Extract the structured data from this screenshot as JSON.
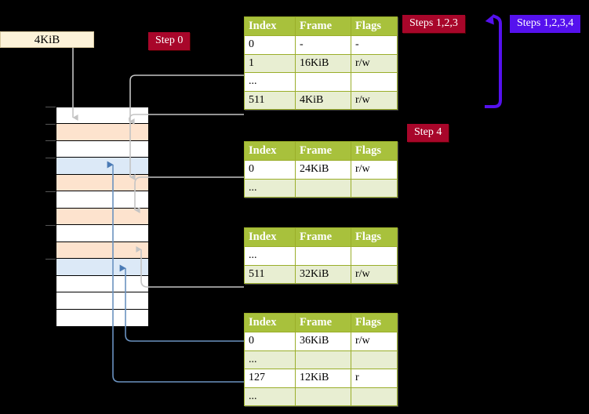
{
  "labels": {
    "kib_box": "4KiB",
    "step0": "Step 0",
    "step4": "Step 4",
    "steps123": "Steps 1,2,3",
    "steps1234": "Steps 1,2,3,4"
  },
  "colors": {
    "badge_red": "#a8062a",
    "badge_purple": "#5511ee",
    "table_header": "#a8c13c",
    "table_alt_row": "#e8eed2",
    "highlight": "#ffffa0",
    "mem_orange": "#fde3ce",
    "mem_blue": "#dce9f7",
    "kib_box": "#fdf3d9",
    "connector_gray": "#bdbdbd",
    "connector_blue": "#6a92c0"
  },
  "tables": [
    {
      "name": "pml4-table",
      "columns": [
        "Index",
        "Frame",
        "Flags"
      ],
      "rows": [
        {
          "index": "0",
          "frame": "-",
          "flags": "-",
          "alt": false,
          "hl": false
        },
        {
          "index": "1",
          "frame": "16KiB",
          "flags": "r/w",
          "alt": true,
          "hl": false
        },
        {
          "index": "...",
          "frame": "",
          "flags": "",
          "alt": false,
          "hl": false
        },
        {
          "index": "511",
          "frame": "4KiB",
          "flags": "r/w",
          "alt": true,
          "hl": true
        }
      ]
    },
    {
      "name": "pdp-table",
      "columns": [
        "Index",
        "Frame",
        "Flags"
      ],
      "rows": [
        {
          "index": "0",
          "frame": "24KiB",
          "flags": "r/w",
          "alt": false,
          "hl": false
        },
        {
          "index": "...",
          "frame": "",
          "flags": "",
          "alt": true,
          "hl": false
        }
      ]
    },
    {
      "name": "pd-table",
      "columns": [
        "Index",
        "Frame",
        "Flags"
      ],
      "rows": [
        {
          "index": "...",
          "frame": "",
          "flags": "",
          "alt": false,
          "hl": false
        },
        {
          "index": "511",
          "frame": "32KiB",
          "flags": "r/w",
          "alt": true,
          "hl": false
        }
      ]
    },
    {
      "name": "pt-table",
      "columns": [
        "Index",
        "Frame",
        "Flags"
      ],
      "rows": [
        {
          "index": "0",
          "frame": "36KiB",
          "flags": "r/w",
          "alt": false,
          "hl": false
        },
        {
          "index": "...",
          "frame": "",
          "flags": "",
          "alt": true,
          "hl": false
        },
        {
          "index": "127",
          "frame": "12KiB",
          "flags": "r",
          "alt": false,
          "hl": false
        },
        {
          "index": "...",
          "frame": "",
          "flags": "",
          "alt": true,
          "hl": false
        }
      ]
    }
  ],
  "memory_blocks": [
    {
      "fill": "white"
    },
    {
      "fill": "orange"
    },
    {
      "fill": "white"
    },
    {
      "fill": "blue"
    },
    {
      "fill": "orange"
    },
    {
      "fill": "white"
    },
    {
      "fill": "orange"
    },
    {
      "fill": "white"
    },
    {
      "fill": "orange"
    },
    {
      "fill": "blue"
    },
    {
      "fill": "white"
    },
    {
      "fill": "white"
    },
    {
      "fill": "white"
    }
  ]
}
